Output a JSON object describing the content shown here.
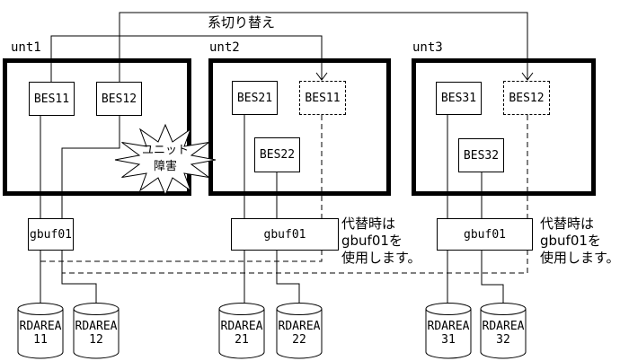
{
  "diagram": {
    "switchover_label": "系切り替え",
    "failure_burst": {
      "line1": "ユニット",
      "line2": "障害"
    }
  },
  "units": [
    {
      "label": "unt1",
      "bes_boxes": [
        "BES11",
        "BES12"
      ],
      "gbuf_label": "gbuf01",
      "rdareas": [
        {
          "name": "RDAREA",
          "id": "11"
        },
        {
          "name": "RDAREA",
          "id": "12"
        }
      ]
    },
    {
      "label": "unt2",
      "bes_boxes": [
        "BES21",
        "BES22"
      ],
      "standby_bes": "BES11",
      "gbuf_label": "gbuf01",
      "note": {
        "line1": "代替時は",
        "line2": "gbuf01を",
        "line3": "使用します。"
      },
      "rdareas": [
        {
          "name": "RDAREA",
          "id": "21"
        },
        {
          "name": "RDAREA",
          "id": "22"
        }
      ]
    },
    {
      "label": "unt3",
      "bes_boxes": [
        "BES31",
        "BES32"
      ],
      "standby_bes": "BES12",
      "gbuf_label": "gbuf01",
      "note": {
        "line1": "代替時は",
        "line2": "gbuf01を",
        "line3": "使用します。"
      },
      "rdareas": [
        {
          "name": "RDAREA",
          "id": "31"
        },
        {
          "name": "RDAREA",
          "id": "32"
        }
      ]
    }
  ],
  "colors": {
    "line": "#000000",
    "background": "#ffffff"
  }
}
